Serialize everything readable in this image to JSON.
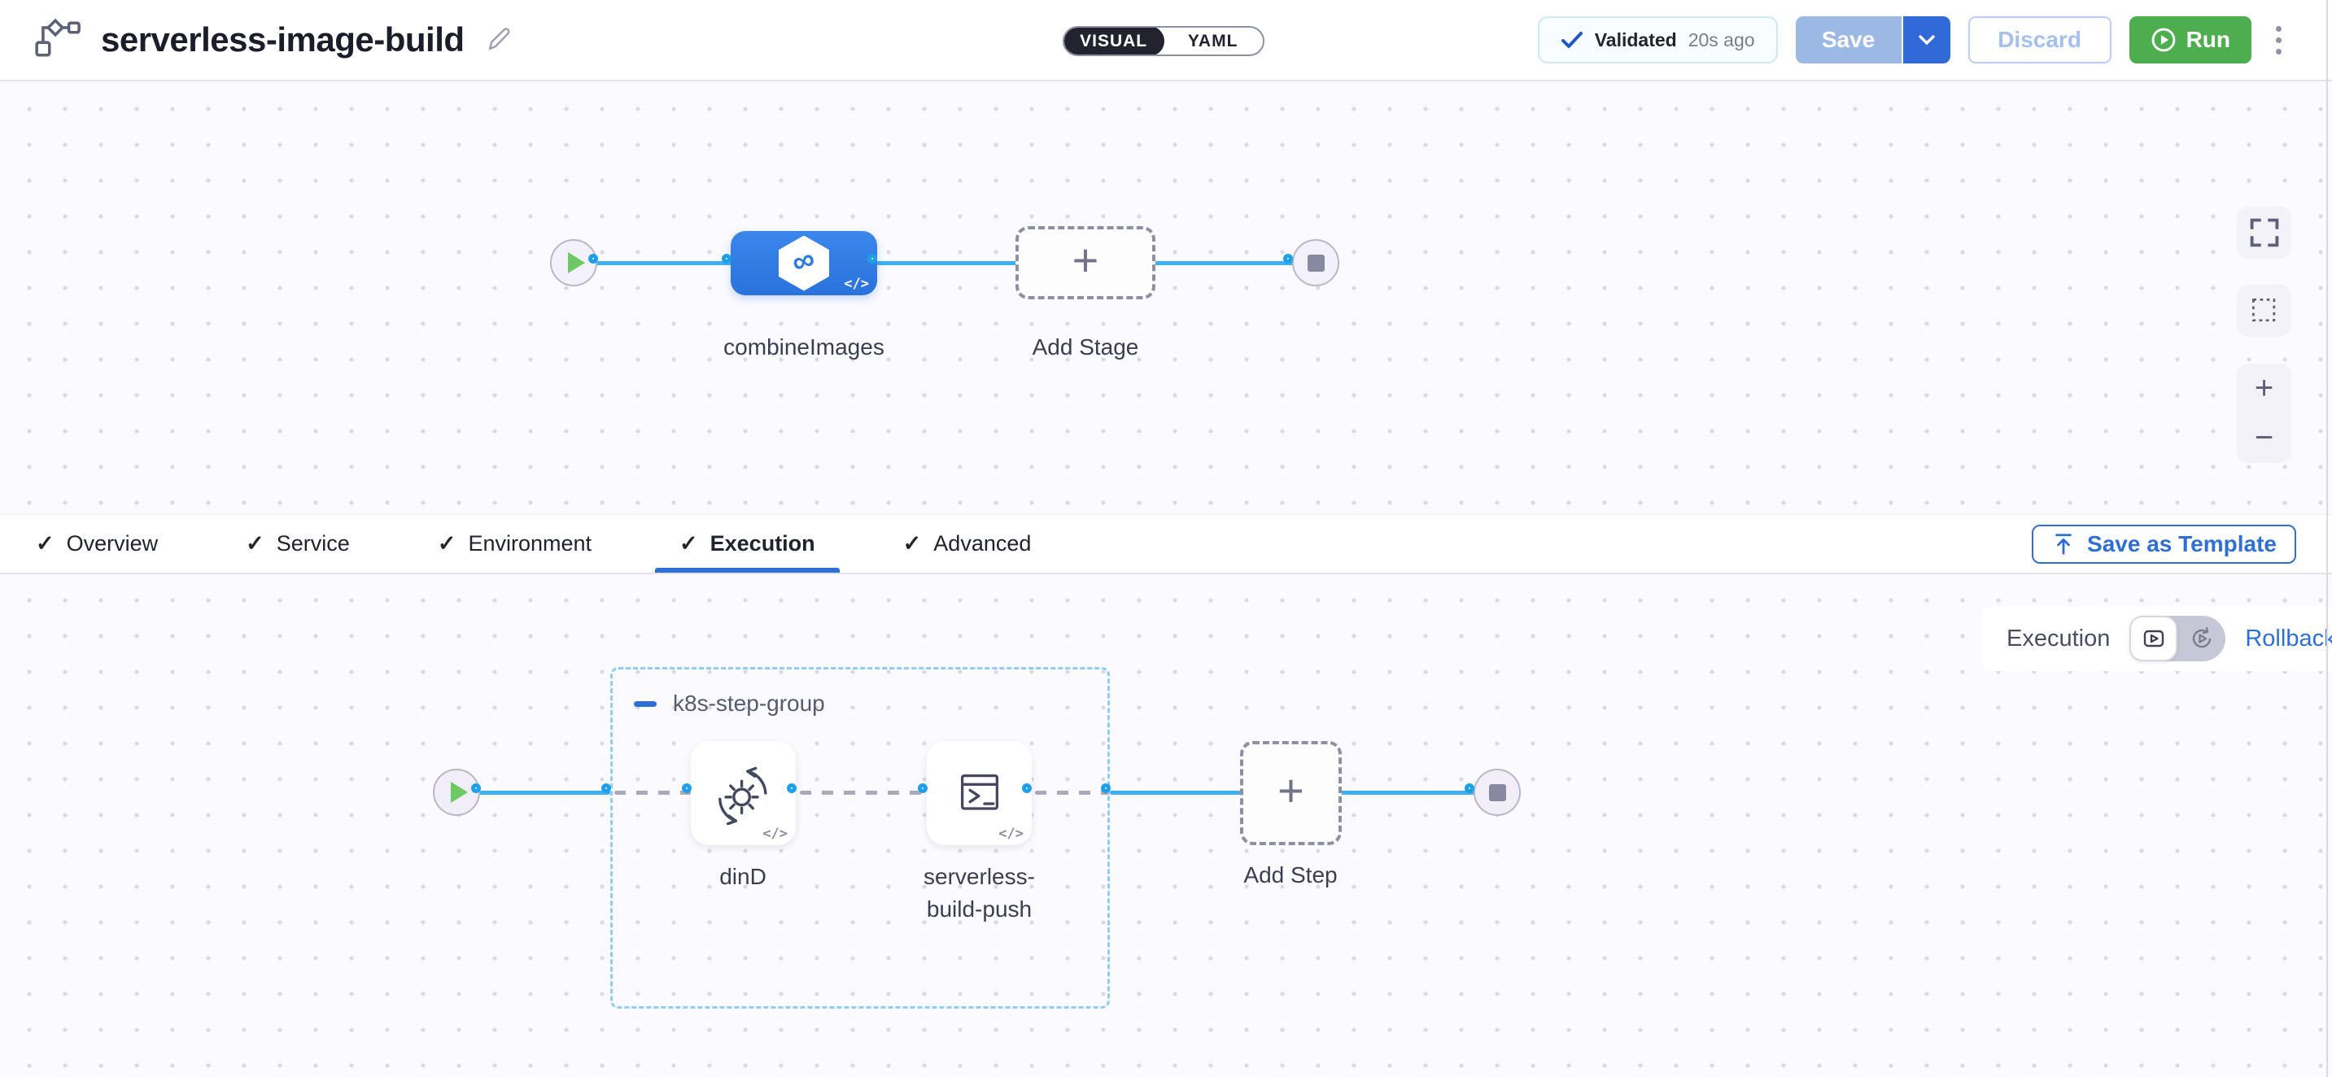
{
  "icons": {
    "check": "✓",
    "plus": "+",
    "code_badge": "</>",
    "infinity": "∞"
  },
  "header": {
    "title": "serverless-image-build",
    "mode_toggle": {
      "visual": "VISUAL",
      "yaml": "YAML"
    },
    "validation": {
      "label": "Validated",
      "time": "20s ago"
    },
    "actions": {
      "save": "Save",
      "discard": "Discard",
      "run": "Run"
    }
  },
  "top_canvas": {
    "stage_label": "combineImages",
    "add_stage_label": "Add Stage"
  },
  "tabs": {
    "items": [
      {
        "label": "Overview"
      },
      {
        "label": "Service"
      },
      {
        "label": "Environment"
      },
      {
        "label": "Execution",
        "active": true
      },
      {
        "label": "Advanced"
      }
    ],
    "save_as_template": "Save as Template"
  },
  "execution_bar": {
    "label": "Execution",
    "rollback": "Rollback"
  },
  "bottom_canvas": {
    "group_label": "k8s-step-group",
    "steps": [
      {
        "label": "dinD"
      },
      {
        "label": "serverless-build-push"
      }
    ],
    "add_step_label": "Add Step"
  },
  "colors": {
    "primary_blue": "#2e6fd4",
    "stage_blue": "#2d7ce4",
    "connector_blue": "#3db0f2",
    "run_green": "#4dae50",
    "save_disabled_blue": "#9cb9e6",
    "group_border_blue": "#8fcdf4",
    "validated_check_blue": "#2157c8",
    "canvas_dot": "#d9dae4"
  }
}
